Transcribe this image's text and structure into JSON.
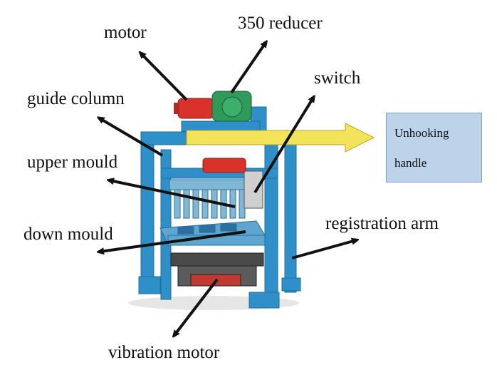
{
  "labels": {
    "motor": "motor",
    "reducer": "350 reducer",
    "switch": "switch",
    "guide_column": "guide column",
    "upper_mould": "upper mould",
    "down_mould": "down mould",
    "registration_arm": "registration arm",
    "vibration_motor": "vibration motor"
  },
  "callout": {
    "line1": "Unhooking",
    "line2": "handle"
  },
  "colors": {
    "frame": "#2f8fc9",
    "frame_dark": "#1f6f9f",
    "motor_red": "#d8322b",
    "reducer_green": "#2f9a5a",
    "yellow_arrow": "#f3e35a",
    "callout_fill": "#bcd3ea"
  }
}
